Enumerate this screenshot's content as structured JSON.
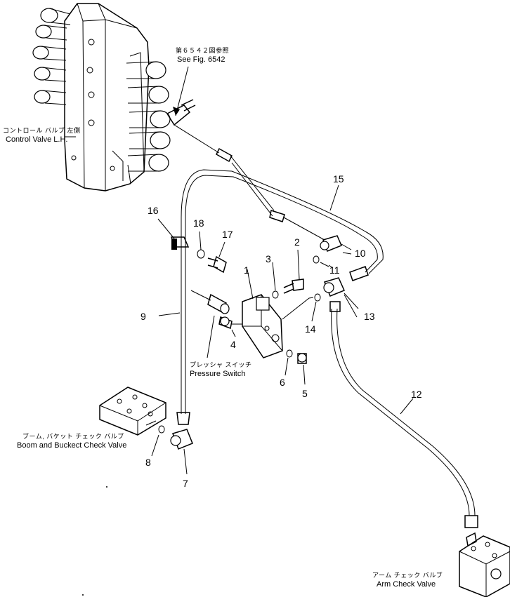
{
  "labels": {
    "see_fig_jp": "第６５４２図参照",
    "see_fig_en": "See Fig. 6542",
    "control_valve_jp": "コントロール バルブ 左側",
    "control_valve_en": "Control Valve L.H.",
    "pressure_switch_jp": "プレッシャ スイッチ",
    "pressure_switch_en": "Pressure Switch",
    "boom_check_jp": "ブーム, バケット チェック バルブ",
    "boom_check_en": "Boom and Buckect Check Valve",
    "arm_check_jp": "アーム チェック バルブ",
    "arm_check_en": "Arm Check Valve"
  },
  "part_numbers": [
    "1",
    "2",
    "3",
    "4",
    "5",
    "6",
    "7",
    "8",
    "9",
    "10",
    "11",
    "12",
    "13",
    "14",
    "15",
    "16",
    "17",
    "18"
  ],
  "colors": {
    "line": "#000000",
    "background": "#ffffff"
  }
}
